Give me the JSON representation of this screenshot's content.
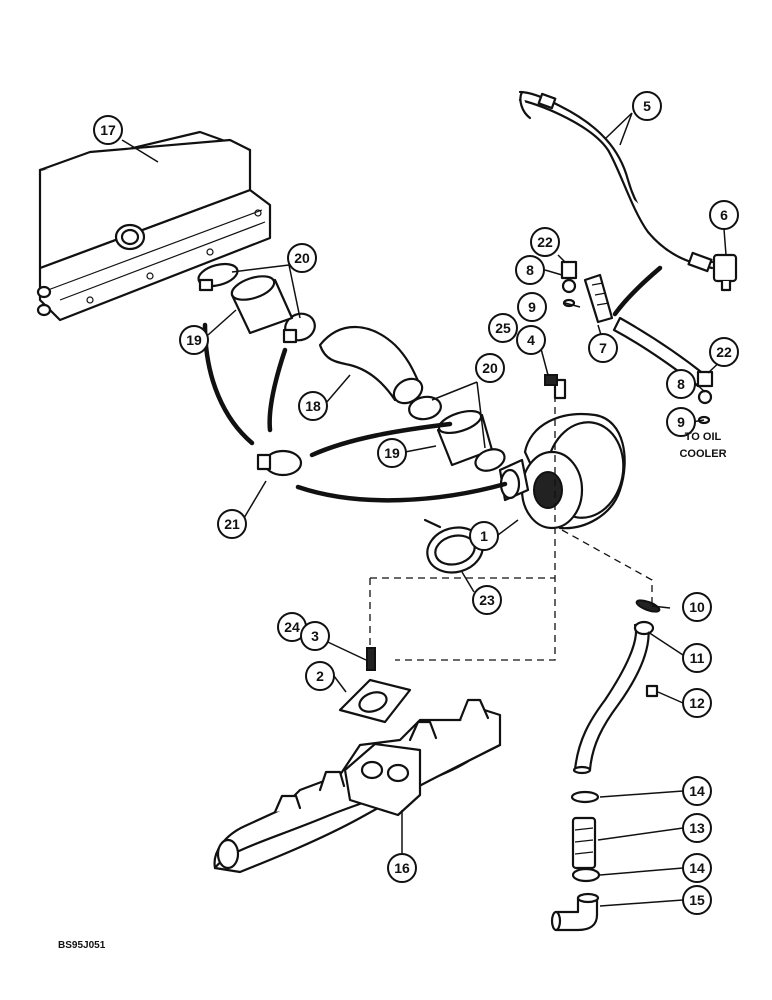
{
  "figure_id": "BS95J051",
  "note_lines": [
    "TO OIL",
    "COOLER"
  ],
  "callouts": {
    "c1": "1",
    "c2": "2",
    "c3": "3",
    "c4": "4",
    "c5": "5",
    "c6": "6",
    "c7": "7",
    "c8a": "8",
    "c8b": "8",
    "c9a": "9",
    "c9b": "9",
    "c10": "10",
    "c11": "11",
    "c12": "12",
    "c13": "13",
    "c14a": "14",
    "c14b": "14",
    "c15": "15",
    "c16": "16",
    "c17": "17",
    "c18": "18",
    "c19a": "19",
    "c19b": "19",
    "c20a": "20",
    "c20b": "20",
    "c21": "21",
    "c22a": "22",
    "c22b": "22",
    "c23": "23",
    "c24": "24",
    "c25": "25"
  }
}
